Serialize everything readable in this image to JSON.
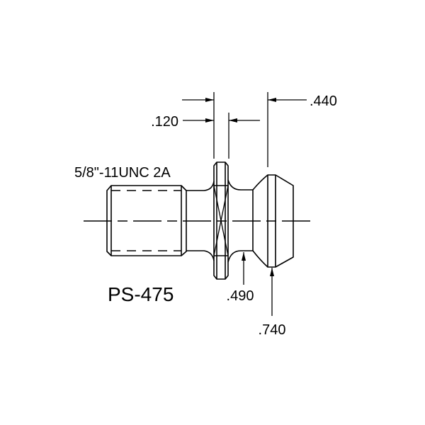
{
  "drawing": {
    "part_number": "PS-475",
    "thread_spec": "5/8\"-11UNC 2A",
    "dimensions": {
      "flange_width": ".120",
      "head_offset": ".440",
      "groove_diameter": ".490",
      "head_diameter": ".740"
    },
    "line_color": "#000000",
    "background": "#ffffff"
  }
}
